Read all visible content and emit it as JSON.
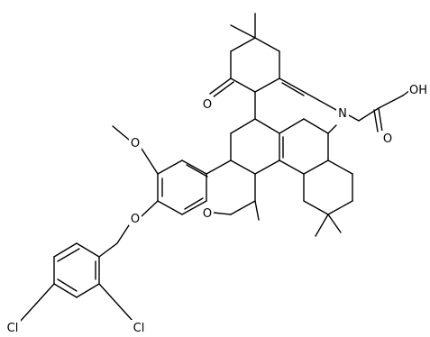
{
  "atoms": {
    "o_ketone_top": "O",
    "o_ketone_bottom": "O",
    "n_ring": "N",
    "oh_acid": "OH",
    "o_acid_carbonyl": "O",
    "o_methoxy": "O",
    "o_ether": "O",
    "cl_para": "Cl",
    "cl_ortho": "Cl"
  }
}
